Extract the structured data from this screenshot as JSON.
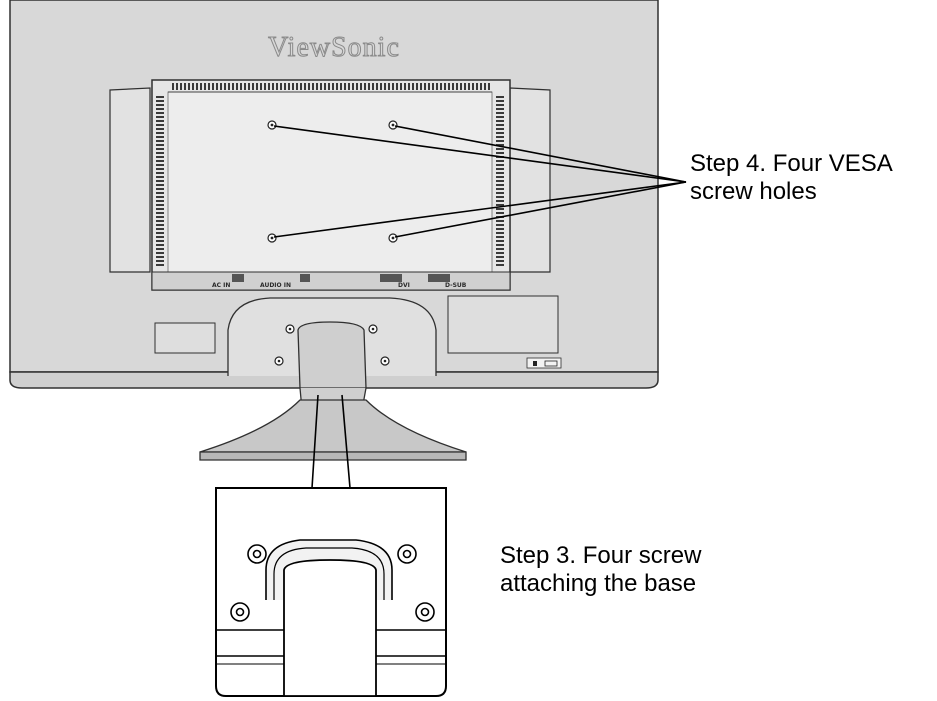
{
  "brand": "ViewSonic",
  "ports": {
    "ac_in": "AC IN",
    "audio_in": "AUDIO IN",
    "dvi": "DVI",
    "d_sub": "D-SUB"
  },
  "callouts": {
    "step4_line1": "Step 4. Four VESA",
    "step4_line2": "screw holes",
    "step3_line1": "Step 3. Four screw",
    "step3_line2": "attaching the base"
  }
}
